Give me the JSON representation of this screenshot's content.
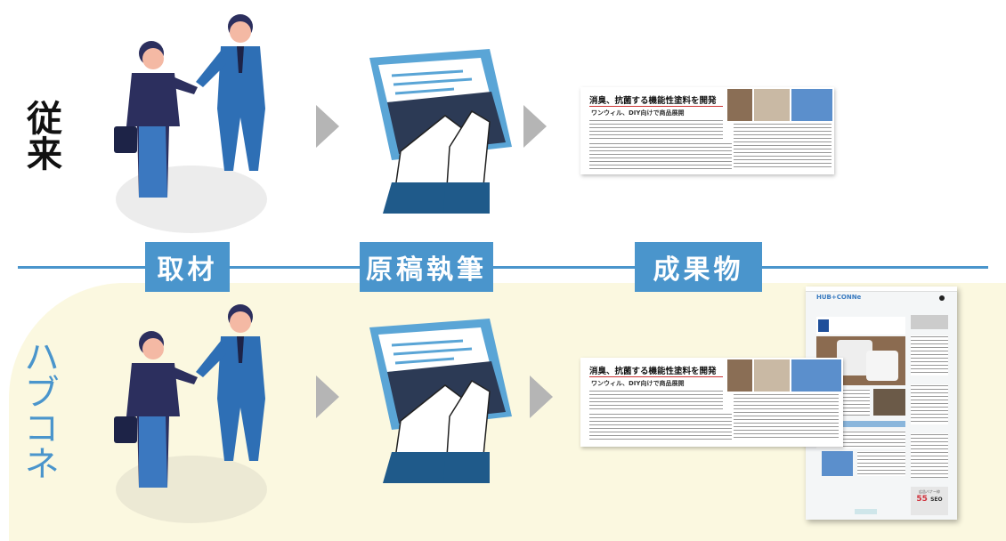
{
  "rows": {
    "conventional": {
      "label": "従来"
    },
    "hubconne": {
      "label": "ハブコネ"
    }
  },
  "steps": [
    {
      "label": "取材"
    },
    {
      "label": "原稿執筆"
    },
    {
      "label": "成果物"
    }
  ],
  "article": {
    "headline": "消臭、抗菌する機能性塗料を開発",
    "subhead": "ワンウィル、DIY向けで商品展開"
  },
  "webpage": {
    "logo": "HUB+CONNe",
    "banner_label": "広告バナー枠",
    "banner_value": "55",
    "banner_unit": "SEO"
  },
  "colors": {
    "accent": "#4a95cc",
    "band": "#fbf8e0",
    "arrow": "#b5b5b5"
  }
}
